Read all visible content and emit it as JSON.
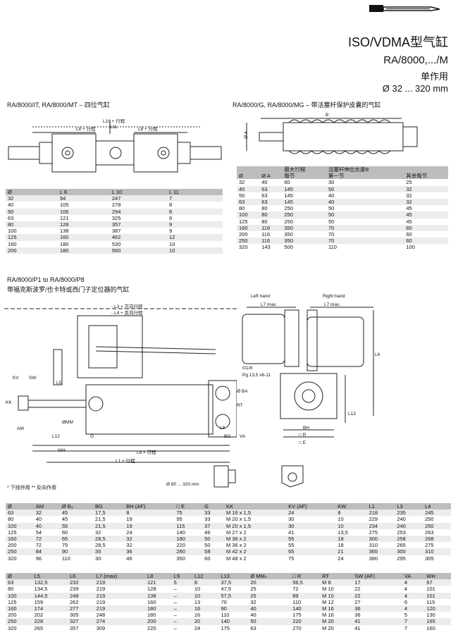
{
  "header": {
    "title": "ISO/VDMA型气缸",
    "model": "RA/8000,.../M",
    "action": "单作用",
    "range": "Ø 32 ... 320 mm"
  },
  "sec1": {
    "title": "RA/8000/IT, RA/8000/MT – 四位气缸",
    "labels": {
      "l10": "L10 + 行程",
      "l11": "L11",
      "l8a": "L8 +",
      "l8a_t": "行程",
      "l8b": "L8 +",
      "l8b_t": "行程"
    },
    "cols": [
      "Ø",
      "L 8",
      "L 10",
      "L 11"
    ],
    "rows": [
      [
        "32",
        "94",
        "247",
        "7"
      ],
      [
        "40",
        "105",
        "278",
        "8"
      ],
      [
        "50",
        "106",
        "294",
        "8"
      ],
      [
        "63",
        "121",
        "325",
        "9"
      ],
      [
        "80",
        "128",
        "357",
        "9"
      ],
      [
        "100",
        "138",
        "387",
        "9"
      ],
      [
        "125",
        "160",
        "462",
        "12"
      ],
      [
        "160",
        "180",
        "530",
        "10"
      ],
      [
        "200",
        "180",
        "560",
        "10"
      ]
    ]
  },
  "sec2": {
    "title": "RA/8000/G, RA/8000/MG – 带活塞杆保护皮囊的气缸",
    "labels": {
      "b": "B",
      "a": "Ø A"
    },
    "h1": [
      "",
      "",
      "最大行程",
      "活塞杆伸出长度B",
      ""
    ],
    "cols": [
      "Ø",
      "Ø A",
      "每节",
      "第一节",
      "其余每节"
    ],
    "rows": [
      [
        "32",
        "40",
        "60",
        "30",
        "25"
      ],
      [
        "40",
        "63",
        "145",
        "50",
        "32"
      ],
      [
        "50",
        "63",
        "145",
        "40",
        "32"
      ],
      [
        "63",
        "63",
        "145",
        "40",
        "32"
      ],
      [
        "80",
        "80",
        "250",
        "50",
        "45"
      ],
      [
        "100",
        "80",
        "250",
        "50",
        "45"
      ],
      [
        "125",
        "80",
        "250",
        "50",
        "45"
      ],
      [
        "160",
        "116",
        "350",
        "70",
        "60"
      ],
      [
        "200",
        "116",
        "350",
        "70",
        "60"
      ],
      [
        "250",
        "116",
        "350",
        "70",
        "60"
      ],
      [
        "320",
        "143",
        "500",
        "110",
        "100"
      ]
    ]
  },
  "sec3": {
    "title": "RA/8000/P1 to RA/8000/P8",
    "subtitle": "带福克斯波罗/也卡特或西门子定位器的气缸",
    "labels": {
      "l3": "- L3 + 方向行程",
      "l4": "- L4 + 反向行程",
      "left": "Left hand",
      "right": "Right hand",
      "l7a": "L7 max.",
      "l7b": "L7 max.",
      "kv": "KV",
      "sw": "SW",
      "kk": "KK",
      "l5": "L5",
      "l12": "L12",
      "g": "G",
      "wh": "WH",
      "l8": "L8 + 行程",
      "l1": "L1 + 行程",
      "l9": "L9",
      "bg": "BG",
      "va": "VA",
      "rt": "RT",
      "ba": "Ø BA",
      "mm": "ØMM",
      "am": "AM",
      "g18": "G1/8",
      "pg": "Pg 13,5 x6-11",
      "bh": "BH",
      "r": "□ R",
      "e": "□ E",
      "l6": "L6",
      "l13": "L13",
      "d80": "Ø 80 ... 320 mm",
      "n1": "* 下线作用  ** 反向作用"
    }
  },
  "table1": {
    "cols": [
      "Ø",
      "AM",
      "Ø B₃",
      "BG",
      "BH (AF)",
      "□ E",
      "G",
      "KK",
      "KV (AF)",
      "KW",
      "L1",
      "L3",
      "L4"
    ],
    "rows": [
      [
        "63",
        "32",
        "45",
        "17,5",
        "8",
        "75",
        "33",
        "M 16 x 1,5",
        "24",
        "8",
        "218",
        "235",
        "245"
      ],
      [
        "80",
        "40",
        "45",
        "21,5",
        "19",
        "95",
        "33",
        "M 20 x 1,5",
        "30",
        "10",
        "229",
        "240",
        "250"
      ],
      [
        "100",
        "40",
        "55",
        "21,5",
        "19",
        "115",
        "37",
        "M 20 x 1,5",
        "30",
        "10",
        "234",
        "240",
        "250"
      ],
      [
        "125",
        "54",
        "60",
        "32",
        "24",
        "140",
        "46",
        "M 27 x 2",
        "41",
        "13,5",
        "275",
        "253",
        "263"
      ],
      [
        "160",
        "72",
        "65",
        "28,5",
        "32",
        "180",
        "50",
        "M 36 x 2",
        "55",
        "18",
        "300",
        "258",
        "268"
      ],
      [
        "200",
        "72",
        "75",
        "28,5",
        "32",
        "220",
        "50",
        "M 36 x 2",
        "55",
        "18",
        "310",
        "265",
        "275"
      ],
      [
        "250",
        "84",
        "90",
        "35",
        "36",
        "280",
        "58",
        "M 42 x 2",
        "65",
        "21",
        "365",
        "300",
        "310"
      ],
      [
        "320",
        "96",
        "110",
        "30",
        "46",
        "350",
        "60",
        "M 48 x 2",
        "75",
        "24",
        "380",
        "295",
        "305"
      ]
    ]
  },
  "table2": {
    "cols": [
      "Ø",
      "L5",
      "L6",
      "L7 (max)",
      "L8",
      "L9",
      "L12",
      "L13",
      "Ø MMₕ",
      "□ R",
      "RT",
      "SW (AF)",
      "VA",
      "WH"
    ],
    "rows": [
      [
        "63",
        "132,5",
        "232",
        "219",
        "121",
        "5",
        "8",
        "37,5",
        "20",
        "56,5",
        "M 8",
        "17",
        "4",
        "97"
      ],
      [
        "80",
        "134,5",
        "239",
        "219",
        "128",
        "–",
        "10",
        "47,5",
        "25",
        "72",
        "M 10",
        "22",
        "4",
        "101"
      ],
      [
        "100",
        "144,5",
        "248",
        "219",
        "138",
        "–",
        "10",
        "57,5",
        "25",
        "89",
        "M 10",
        "22",
        "4",
        "101"
      ],
      [
        "125",
        "159",
        "262",
        "219",
        "160",
        "–",
        "13",
        "70",
        "32",
        "110",
        "M 12",
        "27",
        "6",
        "115"
      ],
      [
        "160",
        "174",
        "277",
        "219",
        "180",
        "–",
        "16",
        "90",
        "40",
        "140",
        "M 16",
        "36",
        "4",
        "120"
      ],
      [
        "200",
        "202",
        "305",
        "248",
        "180",
        "–",
        "16",
        "110",
        "40",
        "175",
        "M 16",
        "36",
        "5",
        "130"
      ],
      [
        "250",
        "228",
        "327",
        "274",
        "200",
        "–",
        "20",
        "140",
        "50",
        "220",
        "M 20",
        "41",
        "7",
        "165"
      ],
      [
        "320",
        "265",
        "357",
        "309",
        "220",
        "–",
        "24",
        "175",
        "63",
        "270",
        "M 20",
        "41",
        "7",
        "160"
      ]
    ]
  }
}
